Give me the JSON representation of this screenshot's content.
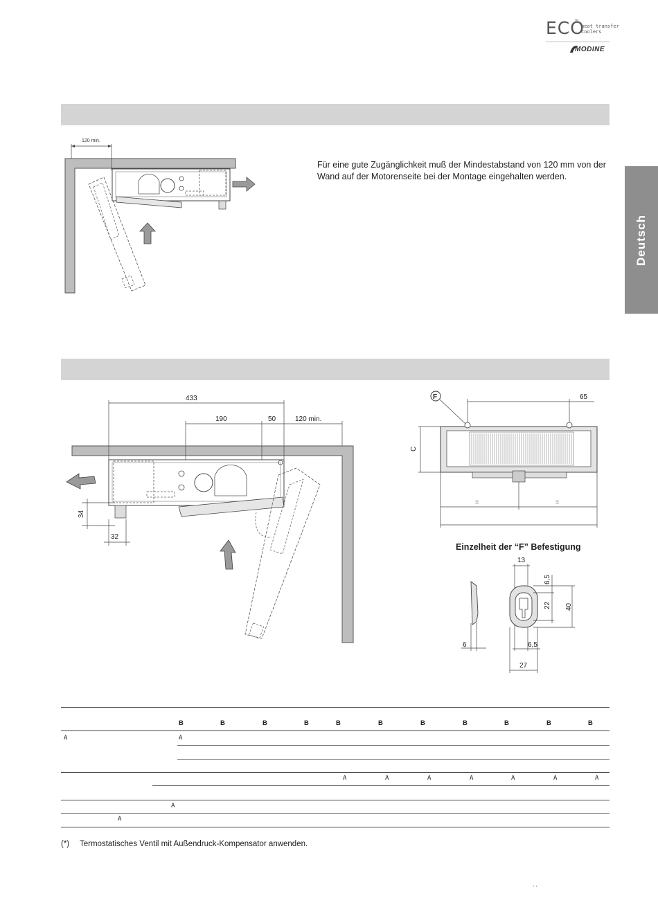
{
  "logo": {
    "brand": "ECO",
    "trademark": "™",
    "tagline_line1": "heat transfer",
    "tagline_line2": "coolers",
    "maker": "MODINE"
  },
  "side_tab": {
    "label": "Deutsch"
  },
  "section1": {
    "dim_label": "120 min.",
    "text": "Für eine gute Zugänglichkeit muß der Mindestabstand von 120 mm von der Wand auf der Motorenseite bei der Montage eingehalten werden."
  },
  "section2": {
    "dims": {
      "overall": "433",
      "d190": "190",
      "d50": "50",
      "min": "120 min.",
      "d34": "34",
      "d32": "32"
    },
    "front_view": {
      "callout": "F",
      "d65": "65",
      "c_label": "C",
      "eq_left": "=",
      "eq_right": "="
    },
    "detail": {
      "title": "Einzelheit der “F” Befestigung",
      "d13": "13",
      "d6_5_top": "6,5",
      "d22": "22",
      "d40": "40",
      "d6": "6",
      "d6_5_bottom": "6,5",
      "d27": "27"
    }
  },
  "table": {
    "header_b": [
      "B",
      "B",
      "B",
      "B",
      "B",
      "B",
      "B",
      "B",
      "B",
      "B",
      "B"
    ],
    "row1_col1": "A",
    "row1_col2": "A",
    "row3_a": [
      "A",
      "A",
      "A",
      "A",
      "A",
      "A",
      "A"
    ],
    "row5_a": "A",
    "row6_a": "A"
  },
  "footnote": {
    "mark": "(*)",
    "text": "Termostatisches Ventil mit Außendruck-Kompensator anwenden."
  },
  "page_mark": "' '"
}
